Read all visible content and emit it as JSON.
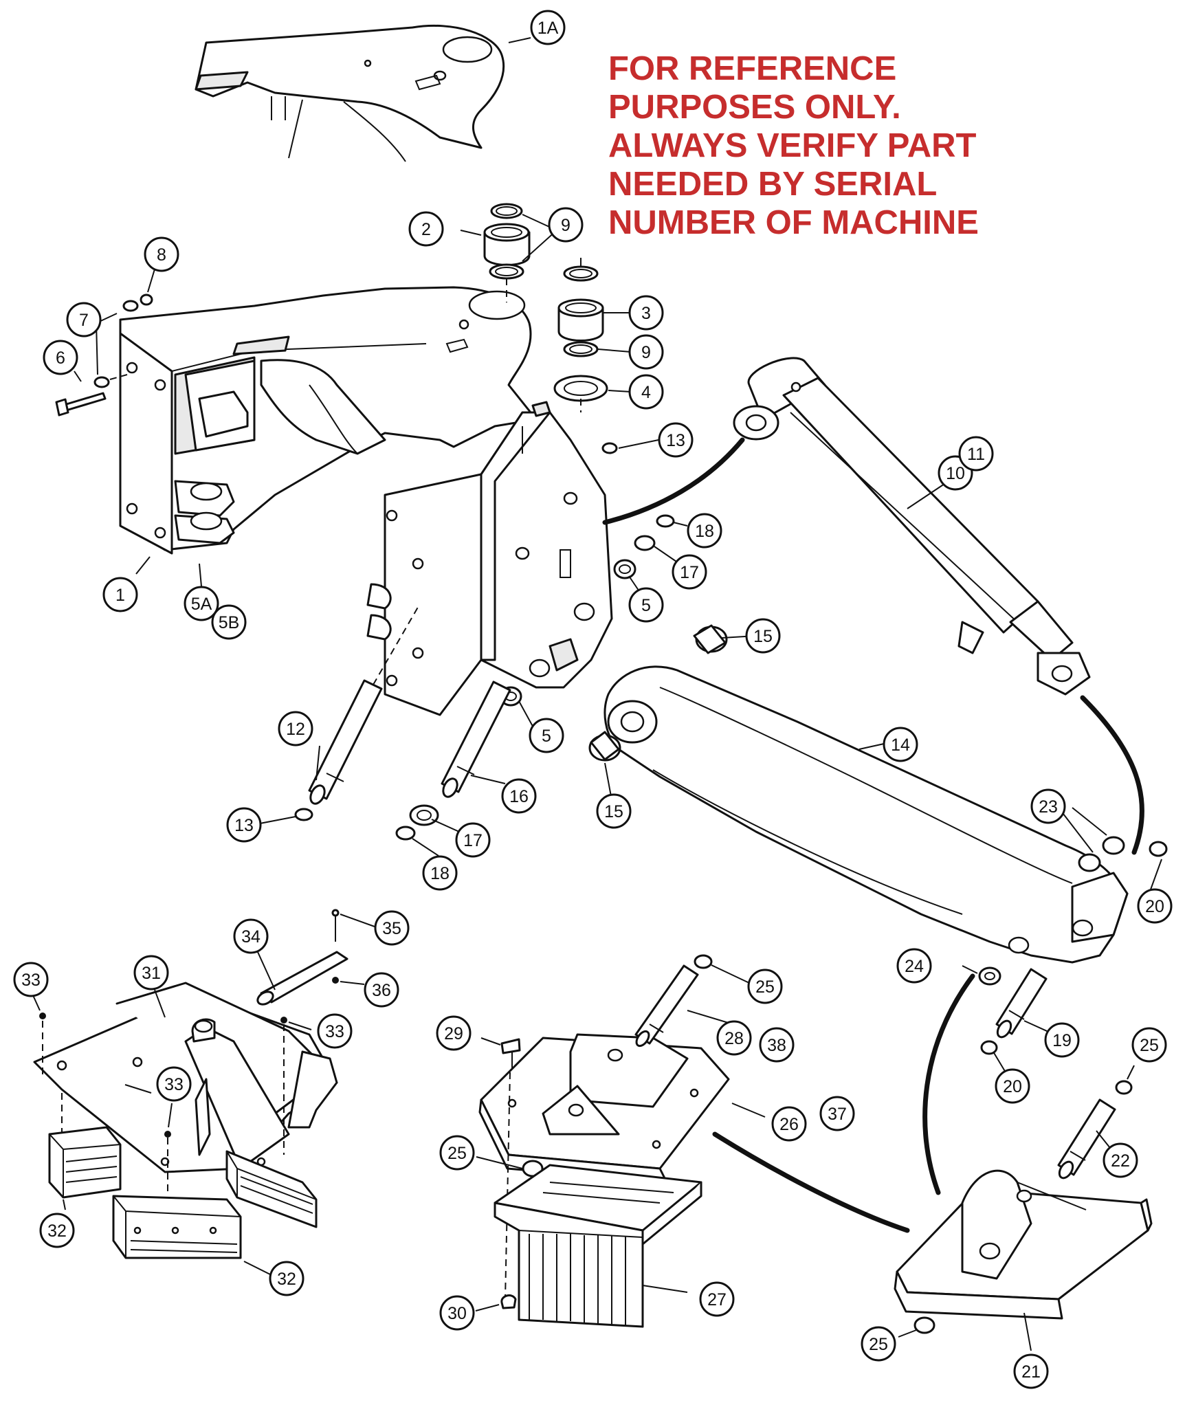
{
  "notice": {
    "lines": [
      "FOR REFERENCE",
      "PURPOSES ONLY.",
      "ALWAYS VERIFY PART",
      "NEEDED BY SERIAL",
      "NUMBER OF MACHINE"
    ],
    "color": "#c62d2d"
  },
  "callouts": {
    "c1a": "1A",
    "c1": "1",
    "c2": "2",
    "c3": "3",
    "c4": "4",
    "c5a": "5",
    "c5b": "5",
    "c5A": "5A",
    "c5B": "5B",
    "c6": "6",
    "c7": "7",
    "c8": "8",
    "c9a": "9",
    "c9b": "9",
    "c10": "10",
    "c11": "11",
    "c12": "12",
    "c13a": "13",
    "c13b": "13",
    "c14": "14",
    "c15a": "15",
    "c15b": "15",
    "c16": "16",
    "c17a": "17",
    "c17b": "17",
    "c18a": "18",
    "c18b": "18",
    "c19": "19",
    "c20a": "20",
    "c20b": "20",
    "c21": "21",
    "c22": "22",
    "c23": "23",
    "c24": "24",
    "c25a": "25",
    "c25b": "25",
    "c25c": "25",
    "c25d": "25",
    "c26": "26",
    "c27": "27",
    "c28": "28",
    "c29": "29",
    "c30": "30",
    "c31": "31",
    "c32a": "32",
    "c32b": "32",
    "c33a": "33",
    "c33b": "33",
    "c33c": "33",
    "c34": "34",
    "c35": "35",
    "c36": "36",
    "c37": "37",
    "c38": "38"
  }
}
